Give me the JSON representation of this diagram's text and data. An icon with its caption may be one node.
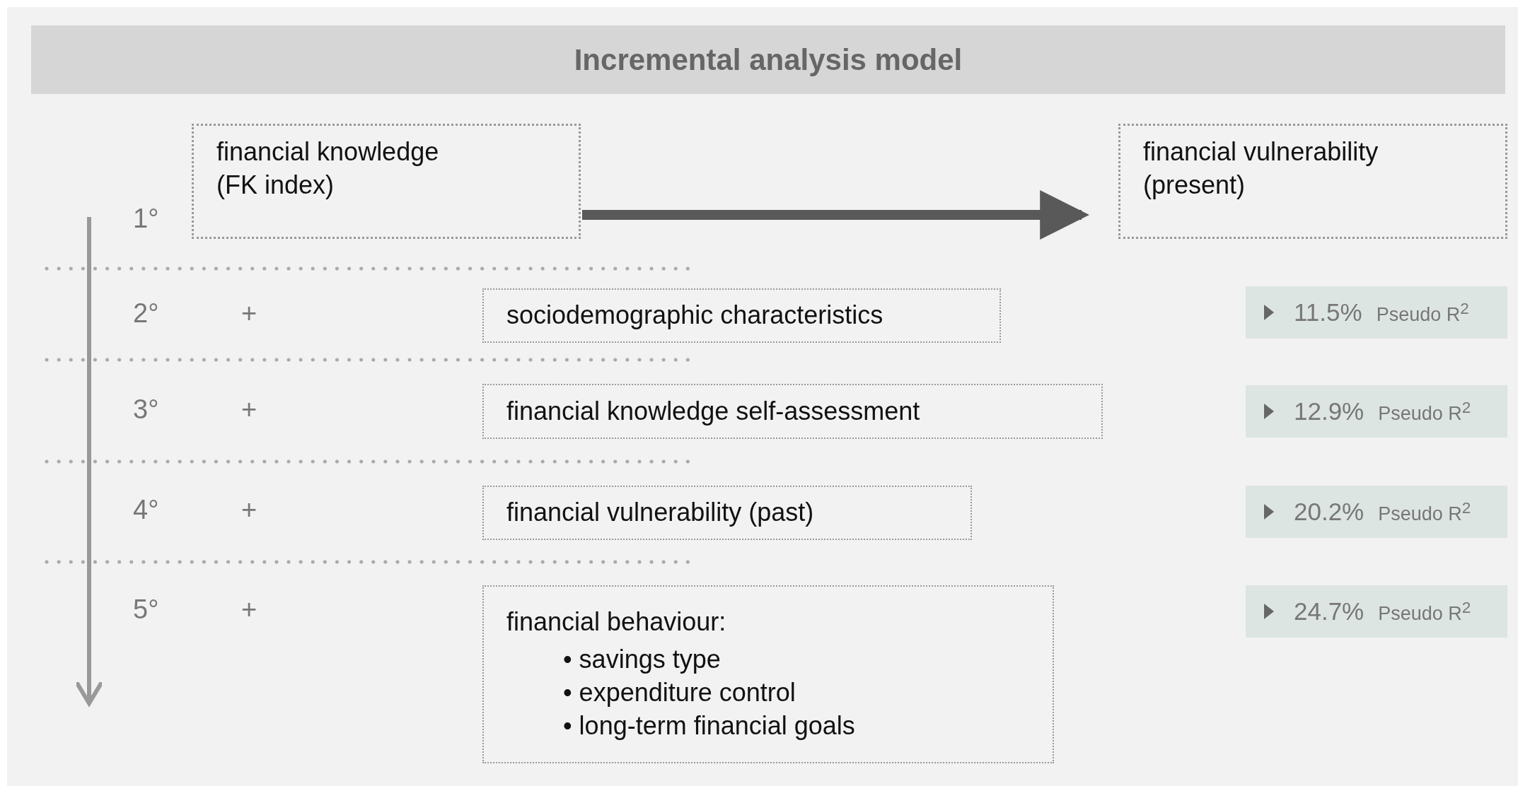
{
  "diagram": {
    "title": "Incremental analysis model",
    "nodes": [
      {
        "text": [
          "financial knowledge (FK index)"
        ]
      },
      {
        "text": [
          "financial vulnerability (present)"
        ]
      },
      {
        "text": [
          "sociodemographic characteristics"
        ]
      },
      {
        "text": [
          "financial knowledge self-assessment"
        ]
      },
      {
        "text": [
          "financial vulnerability (past)"
        ]
      },
      {
        "text": [
          "financial behaviour:",
          "• savings type",
          "• expenditure control",
          "• long-term financial goals"
        ]
      },
      {
        "text": [
          "11.5%",
          "Pseudo R$^{2}$"
        ]
      },
      {
        "text": [
          "12.9%",
          "Pseudo R$^{2}$"
        ]
      },
      {
        "text": [
          "20.2%",
          "Pseudo R$^{2}$"
        ]
      },
      {
        "text": [
          "24.7%",
          "Pseudo R$^{2}$"
        ]
      }
    ],
    "edges": [
      {
        "from": 0,
        "to": 1,
        "arrow": "to"
      }
    ],
    "labels": [
      "1°",
      "2°",
      "+",
      "3°",
      "+",
      "4°",
      "+",
      "5°",
      "+"
    ]
  }
}
